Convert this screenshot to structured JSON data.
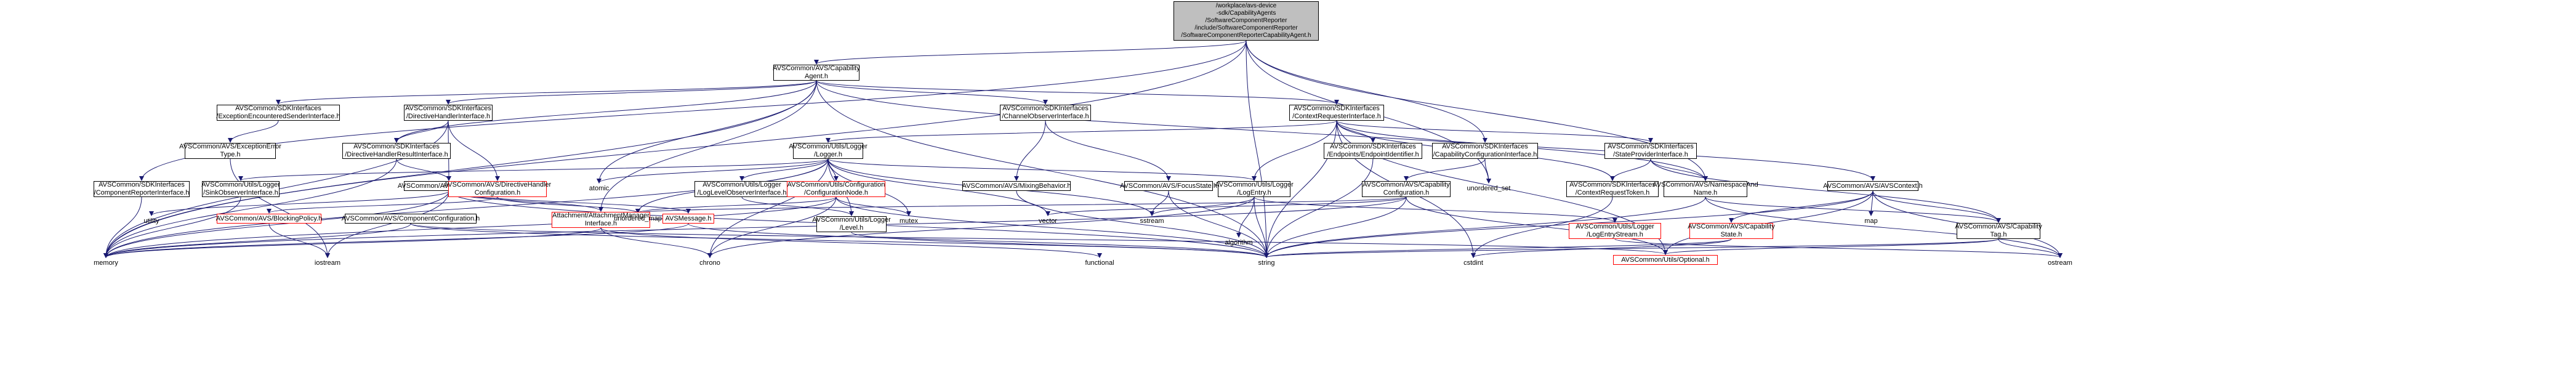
{
  "colors": {
    "edge": "#191970",
    "node_border": "#000000",
    "truncated_border": "#ff0000",
    "focus_fill": "#bfbfbf"
  },
  "nodes": [
    {
      "id": "root",
      "label": "/workplace/avs-device\n-sdk/CapabilityAgents\n/SoftwareComponentReporter\n/include/SoftwareComponentReporter\n/SoftwareComponentReporterCapabilityAgent.h",
      "style": "focus"
    },
    {
      "id": "cap_agent",
      "label": "AVSCommon/AVS/Capability\nAgent.h",
      "style": "normal"
    },
    {
      "id": "exc_sender",
      "label": "AVSCommon/SDKInterfaces\n/ExceptionEncounteredSenderInterface.h",
      "style": "normal"
    },
    {
      "id": "dir_handler",
      "label": "AVSCommon/SDKInterfaces\n/DirectiveHandlerInterface.h",
      "style": "normal"
    },
    {
      "id": "channel_obs",
      "label": "AVSCommon/SDKInterfaces\n/ChannelObserverInterface.h",
      "style": "normal"
    },
    {
      "id": "ctx_requester",
      "label": "AVSCommon/SDKInterfaces\n/ContextRequesterInterface.h",
      "style": "normal"
    },
    {
      "id": "exc_error",
      "label": "AVSCommon/AVS/ExceptionError\nType.h",
      "style": "normal"
    },
    {
      "id": "dir_result",
      "label": "AVSCommon/SDKInterfaces\n/DirectiveHandlerResultInterface.h",
      "style": "normal"
    },
    {
      "id": "logger",
      "label": "AVSCommon/Utils/Logger\n/Logger.h",
      "style": "normal"
    },
    {
      "id": "endpoint_id",
      "label": "AVSCommon/SDKInterfaces\n/Endpoints/EndpointIdentifier.h",
      "style": "normal"
    },
    {
      "id": "cap_config_if",
      "label": "AVSCommon/SDKInterfaces\n/CapabilityConfigurationInterface.h",
      "style": "normal"
    },
    {
      "id": "state_provider",
      "label": "AVSCommon/SDKInterfaces\n/StateProviderInterface.h",
      "style": "normal"
    },
    {
      "id": "comp_reporter",
      "label": "AVSCommon/SDKInterfaces\n/ComponentReporterInterface.h",
      "style": "normal"
    },
    {
      "id": "sink_obs",
      "label": "AVSCommon/Utils/Logger\n/SinkObserverInterface.h",
      "style": "normal"
    },
    {
      "id": "avs_directive",
      "label": "AVSCommon/AVS/AVSDirective.h",
      "style": "normal"
    },
    {
      "id": "dir_handler_cfg",
      "label": "AVSCommon/AVS/DirectiveHandler\nConfiguration.h",
      "style": "red"
    },
    {
      "id": "atomic",
      "label": "atomic",
      "style": "sys"
    },
    {
      "id": "log_level_obs",
      "label": "AVSCommon/Utils/Logger\n/LogLevelObserverInterface.h",
      "style": "normal"
    },
    {
      "id": "config_node",
      "label": "AVSCommon/Utils/Configuration\n/ConfigurationNode.h",
      "style": "red"
    },
    {
      "id": "mixing",
      "label": "AVSCommon/AVS/MixingBehavior.h",
      "style": "normal"
    },
    {
      "id": "focus_state",
      "label": "AVSCommon/AVS/FocusState.h",
      "style": "normal"
    },
    {
      "id": "log_entry",
      "label": "AVSCommon/Utils/Logger\n/LogEntry.h",
      "style": "normal"
    },
    {
      "id": "unordered_set",
      "label": "unordered_set",
      "style": "sys"
    },
    {
      "id": "cap_configuration",
      "label": "AVSCommon/AVS/Capability\nConfiguration.h",
      "style": "normal"
    },
    {
      "id": "ctx_token",
      "label": "AVSCommon/SDKInterfaces\n/ContextRequestToken.h",
      "style": "normal"
    },
    {
      "id": "ns_name",
      "label": "AVSCommon/AVS/NamespaceAnd\nName.h",
      "style": "normal"
    },
    {
      "id": "avs_context",
      "label": "AVSCommon/AVS/AVSContext.h",
      "style": "normal"
    },
    {
      "id": "utility",
      "label": "utility",
      "style": "sys"
    },
    {
      "id": "blocking_policy",
      "label": "AVSCommon/AVS/BlockingPolicy.h",
      "style": "red"
    },
    {
      "id": "comp_config",
      "label": "AVSCommon/AVS/ComponentConfiguration.h",
      "style": "normal"
    },
    {
      "id": "attachment_mgr",
      "label": "Attachment/AttachmentManager\nInterface.h",
      "style": "red"
    },
    {
      "id": "avs_message",
      "label": "AVSMessage.h",
      "style": "red"
    },
    {
      "id": "unordered_map",
      "label": "unordered_map",
      "style": "sys"
    },
    {
      "id": "logger_level",
      "label": "AVSCommon/Utils/Logger\n/Level.h",
      "style": "normal"
    },
    {
      "id": "mutex",
      "label": "mutex",
      "style": "sys"
    },
    {
      "id": "vector",
      "label": "vector",
      "style": "sys"
    },
    {
      "id": "sstream",
      "label": "sstream",
      "style": "sys"
    },
    {
      "id": "algorithm",
      "label": "algorithm",
      "style": "sys"
    },
    {
      "id": "cap_state",
      "label": "AVSCommon/AVS/Capability\nState.h",
      "style": "red"
    },
    {
      "id": "log_entry_stream",
      "label": "AVSCommon/Utils/Logger\n/LogEntryStream.h",
      "style": "red"
    },
    {
      "id": "map",
      "label": "map",
      "style": "sys"
    },
    {
      "id": "cap_tag",
      "label": "AVSCommon/AVS/Capability\nTag.h",
      "style": "normal"
    },
    {
      "id": "memory",
      "label": "memory",
      "style": "sys"
    },
    {
      "id": "iostream",
      "label": "iostream",
      "style": "sys"
    },
    {
      "id": "chrono",
      "label": "chrono",
      "style": "sys"
    },
    {
      "id": "functional",
      "label": "functional",
      "style": "sys"
    },
    {
      "id": "string",
      "label": "string",
      "style": "sys"
    },
    {
      "id": "cstdint",
      "label": "cstdint",
      "style": "sys"
    },
    {
      "id": "optional",
      "label": "AVSCommon/Utils/Optional.h",
      "style": "red"
    },
    {
      "id": "ostream",
      "label": "ostream",
      "style": "sys"
    }
  ],
  "edges": [
    [
      "root",
      "cap_agent"
    ],
    [
      "root",
      "comp_reporter"
    ],
    [
      "root",
      "cap_config_if"
    ],
    [
      "root",
      "memory"
    ],
    [
      "root",
      "unordered_set"
    ],
    [
      "root",
      "string"
    ],
    [
      "root",
      "ns_name"
    ],
    [
      "cap_agent",
      "exc_sender"
    ],
    [
      "cap_agent",
      "dir_handler"
    ],
    [
      "cap_agent",
      "channel_obs"
    ],
    [
      "cap_agent",
      "ctx_requester"
    ],
    [
      "cap_agent",
      "dir_result"
    ],
    [
      "cap_agent",
      "attachment_mgr"
    ],
    [
      "cap_agent",
      "atomic"
    ],
    [
      "cap_agent",
      "memory"
    ],
    [
      "cap_agent",
      "string"
    ],
    [
      "cap_agent",
      "ns_name"
    ],
    [
      "exc_sender",
      "exc_error"
    ],
    [
      "exc_error",
      "iostream"
    ],
    [
      "dir_handler",
      "dir_result"
    ],
    [
      "dir_handler",
      "avs_directive"
    ],
    [
      "dir_handler",
      "dir_handler_cfg"
    ],
    [
      "dir_handler",
      "memory"
    ],
    [
      "dir_result",
      "avs_directive"
    ],
    [
      "dir_result",
      "memory"
    ],
    [
      "channel_obs",
      "mixing"
    ],
    [
      "channel_obs",
      "focus_state"
    ],
    [
      "ctx_requester",
      "logger"
    ],
    [
      "ctx_requester",
      "endpoint_id"
    ],
    [
      "ctx_requester",
      "ctx_token"
    ],
    [
      "ctx_requester",
      "state_provider"
    ],
    [
      "ctx_requester",
      "avs_context"
    ],
    [
      "ctx_requester",
      "log_entry"
    ],
    [
      "ctx_requester",
      "string"
    ],
    [
      "ctx_requester",
      "cstdint"
    ],
    [
      "ctx_requester",
      "optional"
    ],
    [
      "cap_config_if",
      "cap_configuration"
    ],
    [
      "cap_config_if",
      "unordered_set"
    ],
    [
      "state_provider",
      "ctx_token"
    ],
    [
      "state_provider",
      "ns_name"
    ],
    [
      "state_provider",
      "cap_tag"
    ],
    [
      "logger",
      "sink_obs"
    ],
    [
      "logger",
      "log_level_obs"
    ],
    [
      "logger",
      "config_node"
    ],
    [
      "logger",
      "log_entry"
    ],
    [
      "logger",
      "logger_level"
    ],
    [
      "logger",
      "atomic"
    ],
    [
      "logger",
      "mutex"
    ],
    [
      "logger",
      "vector"
    ],
    [
      "logger",
      "sstream"
    ],
    [
      "logger",
      "chrono"
    ],
    [
      "logger",
      "memory"
    ],
    [
      "logger",
      "unordered_map"
    ],
    [
      "log_entry",
      "sstream"
    ],
    [
      "log_entry",
      "string"
    ],
    [
      "log_entry",
      "algorithm"
    ],
    [
      "log_entry",
      "chrono"
    ],
    [
      "log_entry",
      "log_entry_stream"
    ],
    [
      "comp_reporter",
      "memory"
    ],
    [
      "sink_obs",
      "memory"
    ],
    [
      "avs_directive",
      "avs_message"
    ],
    [
      "avs_directive",
      "attachment_mgr"
    ],
    [
      "avs_directive",
      "memory"
    ],
    [
      "avs_directive",
      "utility"
    ],
    [
      "avs_directive",
      "iostream"
    ],
    [
      "avs_directive",
      "string"
    ],
    [
      "dir_handler_cfg",
      "blocking_policy"
    ],
    [
      "dir_handler_cfg",
      "unordered_map"
    ],
    [
      "blocking_policy",
      "iostream"
    ],
    [
      "comp_config",
      "memory"
    ],
    [
      "comp_config",
      "string"
    ],
    [
      "comp_config",
      "optional"
    ],
    [
      "attachment_mgr",
      "memory"
    ],
    [
      "attachment_mgr",
      "chrono"
    ],
    [
      "attachment_mgr",
      "functional"
    ],
    [
      "avs_message",
      "memory"
    ],
    [
      "avs_message",
      "string"
    ],
    [
      "config_node",
      "mutex"
    ],
    [
      "config_node",
      "string"
    ],
    [
      "config_node",
      "memory"
    ],
    [
      "config_node",
      "unordered_map"
    ],
    [
      "config_node",
      "chrono"
    ],
    [
      "log_level_obs",
      "logger_level"
    ],
    [
      "logger_level",
      "string"
    ],
    [
      "mixing",
      "string"
    ],
    [
      "focus_state",
      "sstream"
    ],
    [
      "focus_state",
      "string"
    ],
    [
      "cap_configuration",
      "unordered_map"
    ],
    [
      "cap_configuration",
      "string"
    ],
    [
      "cap_configuration",
      "optional"
    ],
    [
      "cap_configuration",
      "vector"
    ],
    [
      "cap_configuration",
      "memory"
    ],
    [
      "ns_name",
      "cap_tag"
    ],
    [
      "ns_name",
      "string"
    ],
    [
      "ns_name",
      "ostream"
    ],
    [
      "avs_context",
      "cap_state"
    ],
    [
      "avs_context",
      "cap_tag"
    ],
    [
      "avs_context",
      "map"
    ],
    [
      "avs_context",
      "string"
    ],
    [
      "avs_context",
      "ostream"
    ],
    [
      "avs_context",
      "optional"
    ],
    [
      "cap_state",
      "string"
    ],
    [
      "cap_state",
      "cstdint"
    ],
    [
      "cap_tag",
      "string"
    ],
    [
      "cap_tag",
      "ostream"
    ],
    [
      "cap_tag",
      "optional"
    ],
    [
      "log_entry_stream",
      "ostream"
    ],
    [
      "endpoint_id",
      "string"
    ],
    [
      "ctx_token",
      "cstdint"
    ]
  ]
}
